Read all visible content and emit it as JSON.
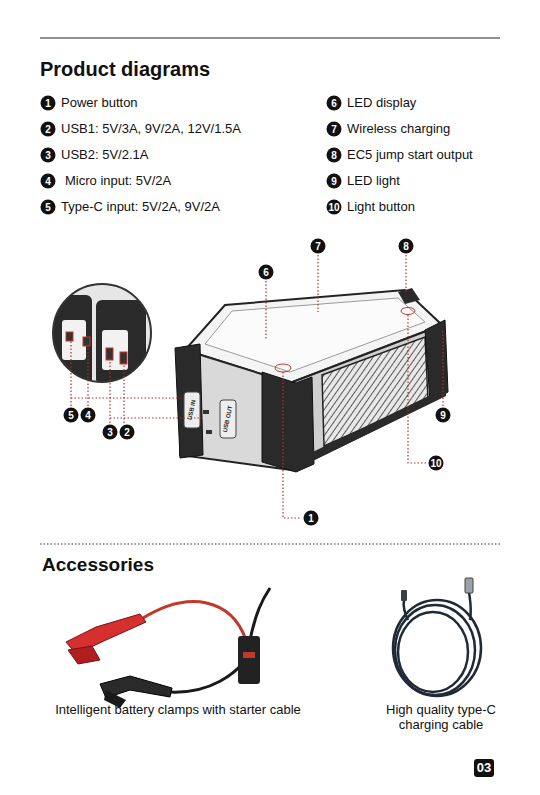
{
  "diagram": {
    "title": "Product diagrams",
    "nodes": [
      {
        "text": [
          "03"
        ]
      }
    ],
    "labels": [
      "1",
      "Power button",
      "2",
      "USB1: 5V/3A, 9V/2A, 12V/1.5A",
      "3",
      "USB2: 5V/2.1A",
      "4",
      "Micro input: 5V/2A",
      "5",
      "Type-C input: 5V/2A, 9V/2A",
      "6",
      "LED display",
      "7",
      "Wireless charging",
      "8",
      "EC5 jump start output",
      "9",
      "LED light",
      "10",
      "Light button",
      "7",
      "8",
      "6",
      "5",
      "4",
      "3",
      "2",
      "9",
      "10",
      "1",
      "USB IN",
      "USB OUT",
      "Accessories",
      "Intelligent battery clamps with starter cable",
      "High quality type-C charging cable"
    ]
  }
}
